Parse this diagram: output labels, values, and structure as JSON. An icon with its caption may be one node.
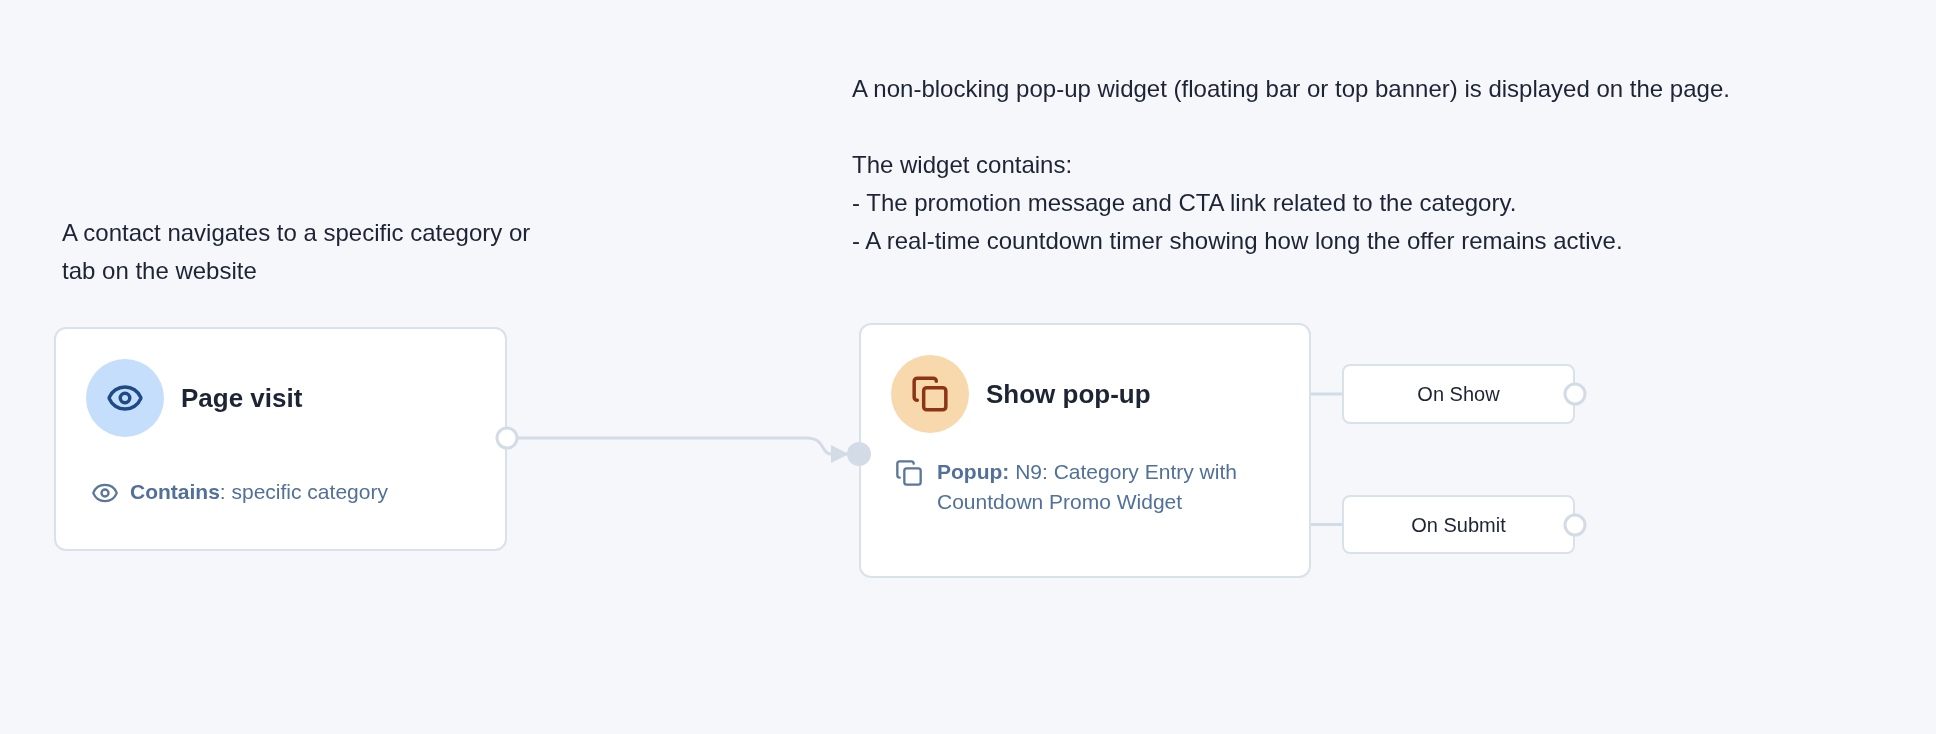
{
  "diagram": {
    "nodes": [
      {
        "text": [
          "Page visit",
          "**Contains**: specific category"
        ],
        "beside": [
          "A contact navigates to a specific category or tab on the website"
        ]
      },
      {
        "text": [
          "Show pop-up",
          "**Popup:** N9: Category Entry with Countdown Promo Widget"
        ],
        "beside": [
          "A non-blocking pop-up widget (floating bar or top banner) is displayed on the page.",
          "The widget contains:",
          "- The promotion message and CTA link related to the category.",
          "- A real-time countdown timer showing how long the offer remains active."
        ]
      },
      {
        "text": [
          "On Show"
        ]
      },
      {
        "text": [
          "On Submit"
        ]
      }
    ],
    "edges": [
      {
        "from": 0,
        "to": 1,
        "arrow": "to"
      },
      {
        "from": 1,
        "to": 2,
        "arrow": "none"
      },
      {
        "from": 1,
        "to": 3,
        "arrow": "none"
      }
    ]
  }
}
